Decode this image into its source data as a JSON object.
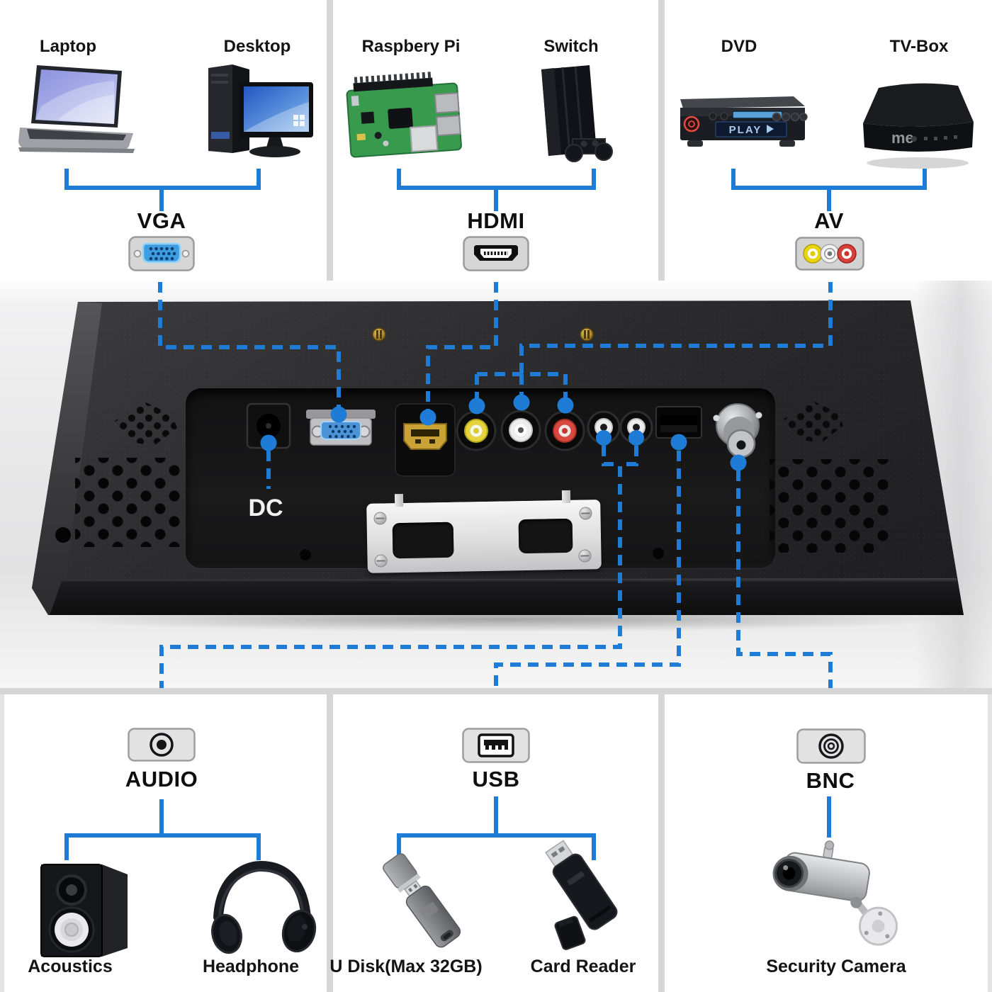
{
  "colors": {
    "accent_blue": "#1e7cd7",
    "panel_bg": "#ffffff",
    "monitor_dark": "#242527",
    "rca_yellow": "#e5d43c",
    "rca_white": "#ededee",
    "rca_red": "#d8493f"
  },
  "top_columns": [
    {
      "device_a": "Laptop",
      "device_b": "Desktop",
      "port_label": "VGA",
      "icon": "vga-connector-icon"
    },
    {
      "device_a": "Raspbery Pi",
      "device_b": "Switch",
      "port_label": "HDMI",
      "icon": "hdmi-connector-icon"
    },
    {
      "device_a": "DVD",
      "device_b": "TV-Box",
      "port_label": "AV",
      "icon": "av-rca-icon"
    }
  ],
  "monitor": {
    "dc_label": "DC",
    "ports": [
      "dc-jack",
      "vga-port",
      "hdmi-port",
      "av-yellow-rca",
      "av-white-rca",
      "av-red-rca",
      "audio-jack-left",
      "audio-jack-right",
      "usb-port",
      "bnc-connector"
    ]
  },
  "artwork": {
    "dvd_display_text": "PLAY",
    "tvbox_logo_text": "me"
  },
  "bottom_columns": [
    {
      "port_label": "AUDIO",
      "icon": "audio-jack-icon",
      "device_a": "Acoustics",
      "device_b": "Headphone"
    },
    {
      "port_label": "USB",
      "icon": "usb-port-icon",
      "device_a": "U Disk(Max 32GB)",
      "device_b": "Card Reader"
    },
    {
      "port_label": "BNC",
      "icon": "bnc-connector-icon",
      "device_a": "Security Camera"
    }
  ]
}
